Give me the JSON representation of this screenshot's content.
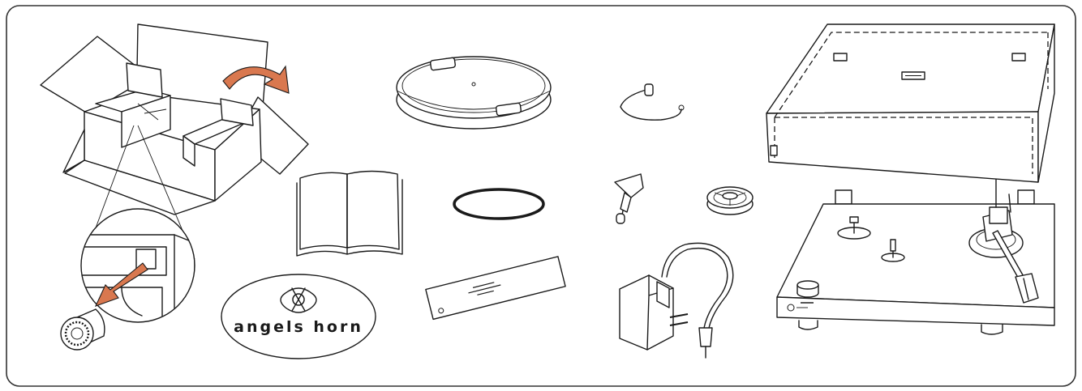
{
  "brand": {
    "logo_text": "angels horn"
  },
  "parts": [
    {
      "id": "packing-box"
    },
    {
      "id": "platter"
    },
    {
      "id": "instruction-manual"
    },
    {
      "id": "drive-belt"
    },
    {
      "id": "logo-mat"
    },
    {
      "id": "protractor-card"
    },
    {
      "id": "counterweight-string"
    },
    {
      "id": "headshell-key"
    },
    {
      "id": "adapter-45"
    },
    {
      "id": "power-adapter"
    },
    {
      "id": "dust-cover"
    },
    {
      "id": "turntable"
    }
  ],
  "colors": {
    "border": "#333333",
    "line": "#1a1a1a",
    "arrow": "#d9784f"
  }
}
